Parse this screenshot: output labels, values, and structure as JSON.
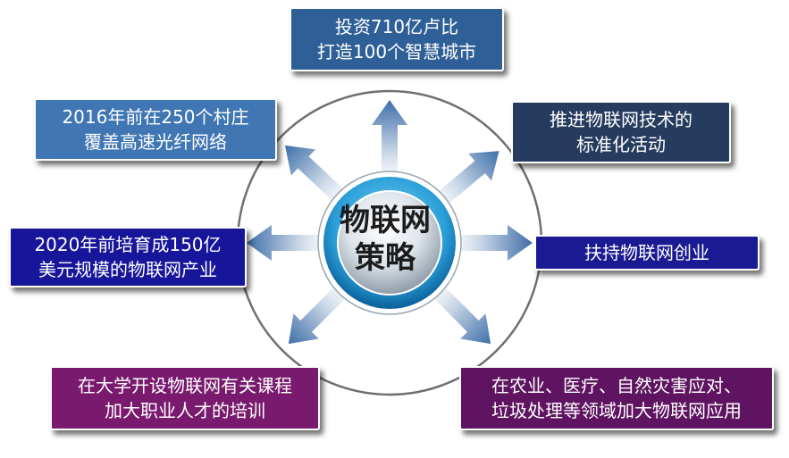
{
  "center": {
    "line1": "物联网",
    "line2": "策略"
  },
  "nodes": [
    {
      "id": "top",
      "lines": [
        "投资710亿卢比",
        "打造100个智慧城市"
      ],
      "color": "#2f5f97"
    },
    {
      "id": "upper-left",
      "lines": [
        "2016年前在250个村庄",
        "覆盖高速光纤网络"
      ],
      "color": "#3f76b3"
    },
    {
      "id": "upper-right",
      "lines": [
        "推进物联网技术的",
        "标准化活动"
      ],
      "color": "#263c5e"
    },
    {
      "id": "middle-left",
      "lines": [
        "2020年前培育成150亿",
        "美元规模的物联网产业"
      ],
      "color": "#17159a"
    },
    {
      "id": "middle-right",
      "lines": [
        "扶持物联网创业"
      ],
      "color": "#1a1a92"
    },
    {
      "id": "lower-left",
      "lines": [
        "在大学开设物联网有关课程",
        "加大职业人才的培训"
      ],
      "color": "#7a1a6e"
    },
    {
      "id": "lower-right",
      "lines": [
        "在农业、医疗、自然灾害应对、",
        "垃圾处理等领域加大物联网应用"
      ],
      "color": "#5e1460"
    }
  ]
}
